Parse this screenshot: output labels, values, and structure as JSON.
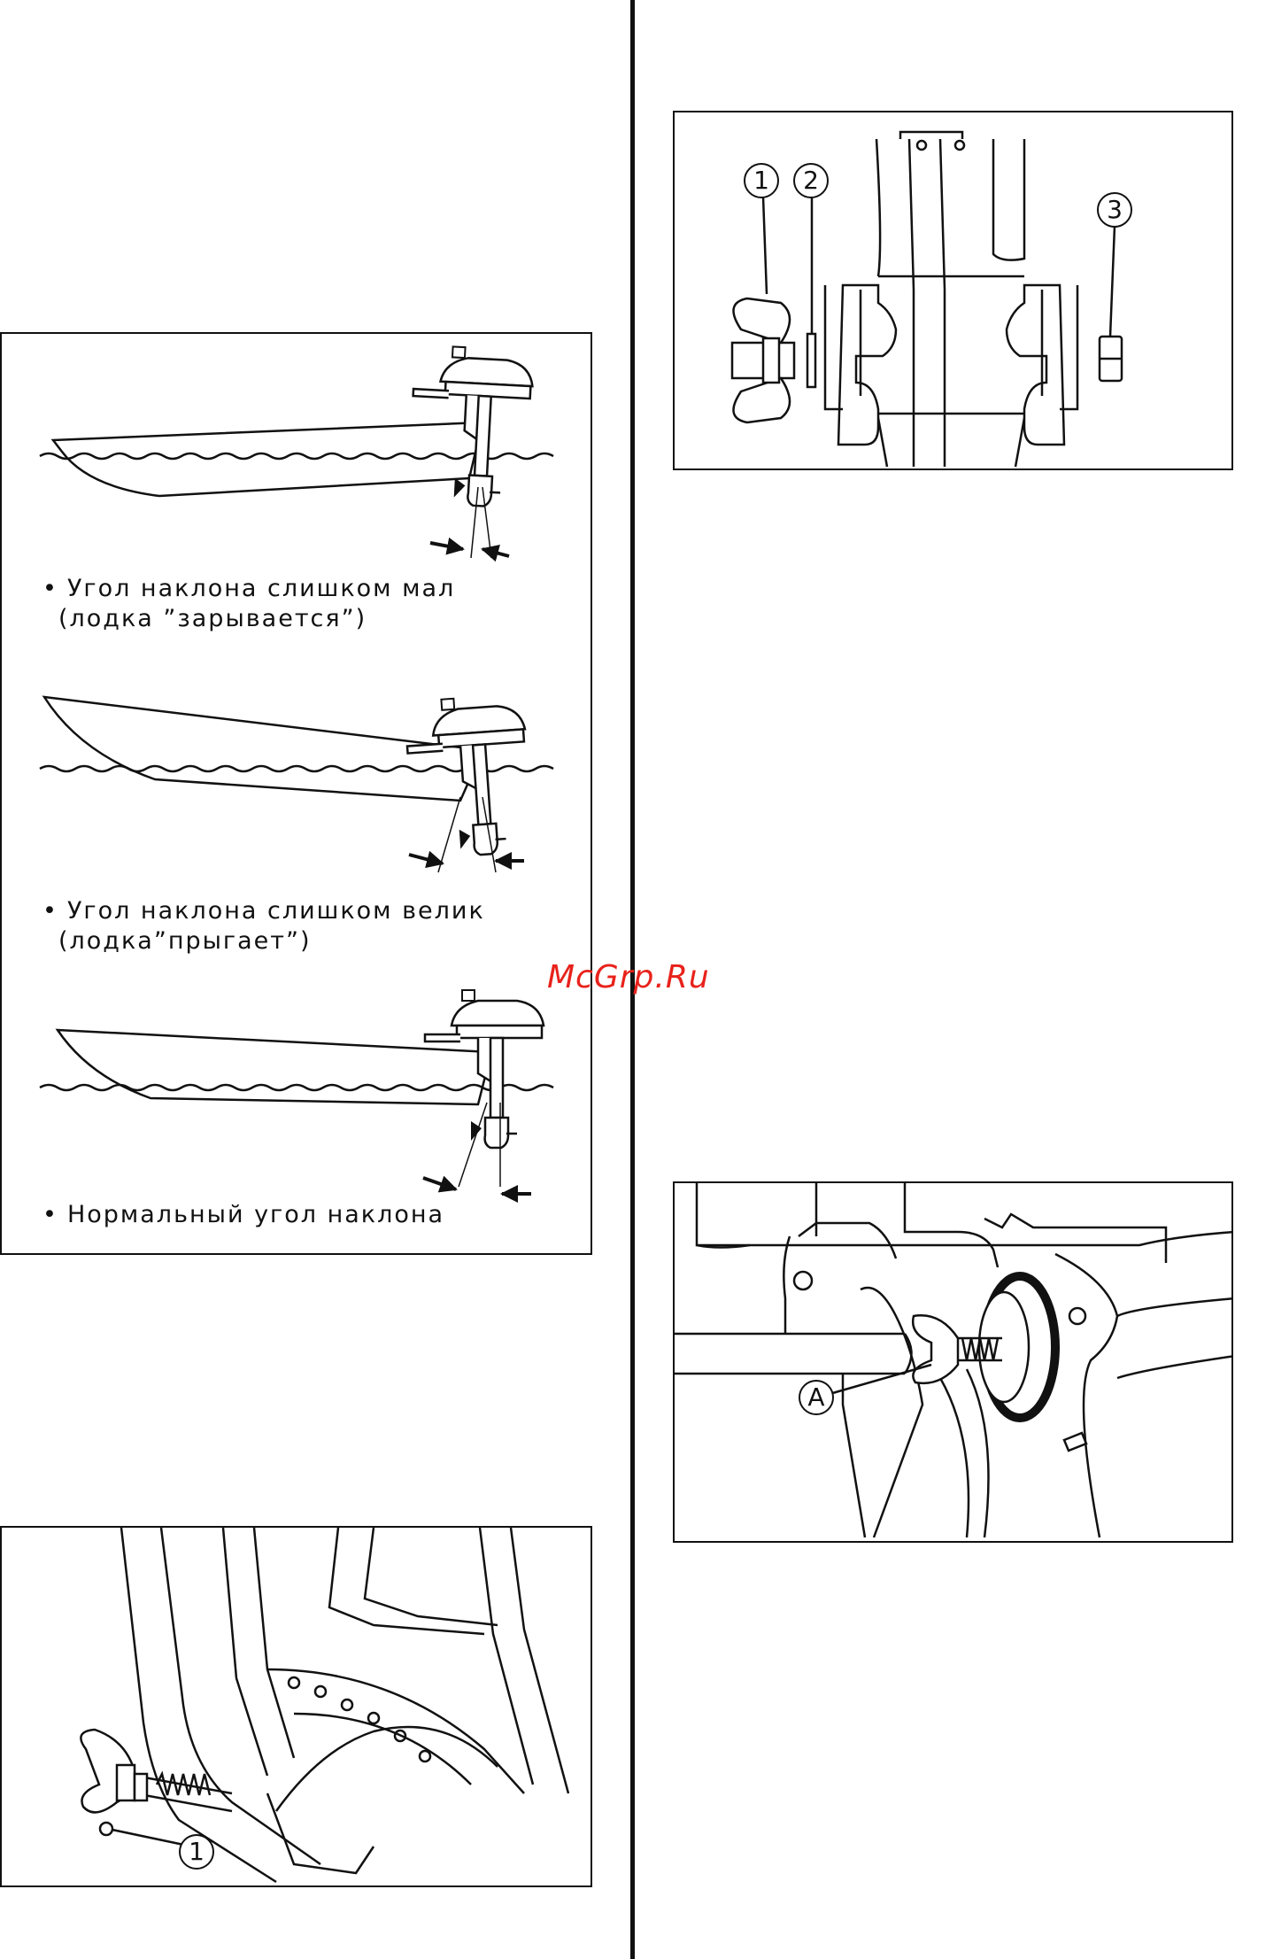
{
  "captions": {
    "trim_low": [
      "Угол наклона слишком мал",
      "(лодка ”зарывается”)"
    ],
    "trim_high": [
      "Угол наклона слишком велик",
      "(лодка”прыгает”)"
    ],
    "trim_normal": [
      "Нормальный угол наклона"
    ]
  },
  "bullet": "•",
  "watermark": "McGrp.Ru",
  "callouts": {
    "one": "1",
    "two": "2",
    "three": "3",
    "a": "A"
  },
  "colors": {
    "ink": "#111111",
    "watermark": "#e8221b"
  }
}
